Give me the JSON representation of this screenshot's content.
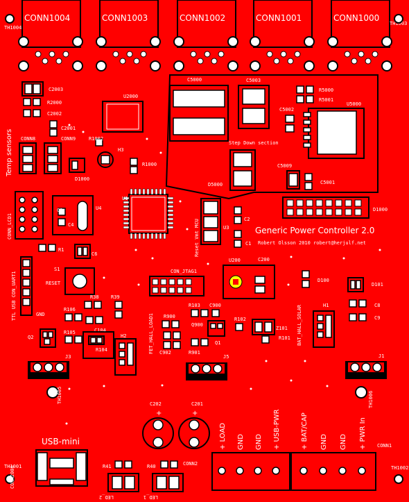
{
  "board": {
    "background": "#ff0000",
    "silkscreen": "#ffffff",
    "outline": "#000000",
    "title": "Generic Power Controller 2.0",
    "author": "Robert Olsson 2010 robert@herjulf.net"
  },
  "connectors_top": [
    "CONN1004",
    "CONN1003",
    "CONN1002",
    "CONN1001",
    "CONN1000"
  ],
  "mount_labels": {
    "tl": "TH1004",
    "tr": "TH1003",
    "bl": "TH1001",
    "br": "TH1002",
    "ml": "TH1005",
    "mr": "TH1006"
  },
  "labels": {
    "step_down": "Step Down section",
    "temp_sensors": "Temp sensors",
    "conn_lcd": "CONN_LCD1",
    "ttl_usb": "TTL USB CON_UART1",
    "reset": "RESET",
    "fet_hall": "FET_HALL_LOAD1",
    "con_jtag": "CON_JTAG1",
    "reset_vrm": "Reset Vmt MCU",
    "bat_solar": "BAT_HALL_SOLAR",
    "usb_mini": "USB-mini",
    "conn2000": "CONN2000",
    "led1": "LED_1",
    "led2": "LED_2",
    "gnd": "GND"
  },
  "terminals_left": [
    "+ LOAD",
    "GND",
    "GND",
    "+ USB-PWR"
  ],
  "terminals_right": [
    "+ BAT/CAP",
    "GND",
    "GND",
    "+ PWR In"
  ],
  "terminal_labels": {
    "conn2": "CONN2",
    "conn1": "CONN1"
  },
  "parts": {
    "c2003": "C2003",
    "r2000": "R2000",
    "c2002": "C2002",
    "c2001": "C2001",
    "u2000": "U2000",
    "r1002": "R1002",
    "h3": "H3",
    "r1000": "R1000",
    "d1000": "D1000",
    "conn8": "CONN8",
    "conn9": "CONN9",
    "c5000": "C5000",
    "c5003": "C5003",
    "r5000": "R5000",
    "r5001": "R5001",
    "c5002": "C5002",
    "u5000": "U5000",
    "c5009": "C5009",
    "d5000": "D5000",
    "c5001": "C5001",
    "d1000b": "D1000",
    "c3": "C3",
    "u4": "U4",
    "c4": "C4",
    "u1": "U1",
    "r1": "R1",
    "c6": "C6",
    "s1": "S1",
    "u3": "U3",
    "c2": "C2",
    "c1": "C1",
    "u200": "U200",
    "c200": "C200",
    "d100": "D100",
    "d101": "D101",
    "r106": "R106",
    "r105": "R105",
    "r38": "R38",
    "r39": "R39",
    "c104": "C104",
    "r104": "R104",
    "h2": "H2",
    "q2": "Q2",
    "r900": "R900",
    "q900": "Q900",
    "c902": "C902",
    "r901": "R901",
    "r103": "R103",
    "c900": "C900",
    "q1": "Q1",
    "r102": "R102",
    "z101": "Z101",
    "r101": "R101",
    "h1": "H1",
    "c8": "C8",
    "c9": "C9",
    "j3": "J3",
    "j5": "J5",
    "j1": "J1",
    "c202": "C202",
    "c201": "C201",
    "r41": "R41",
    "r40": "R40",
    "conn2": "CONN2"
  }
}
